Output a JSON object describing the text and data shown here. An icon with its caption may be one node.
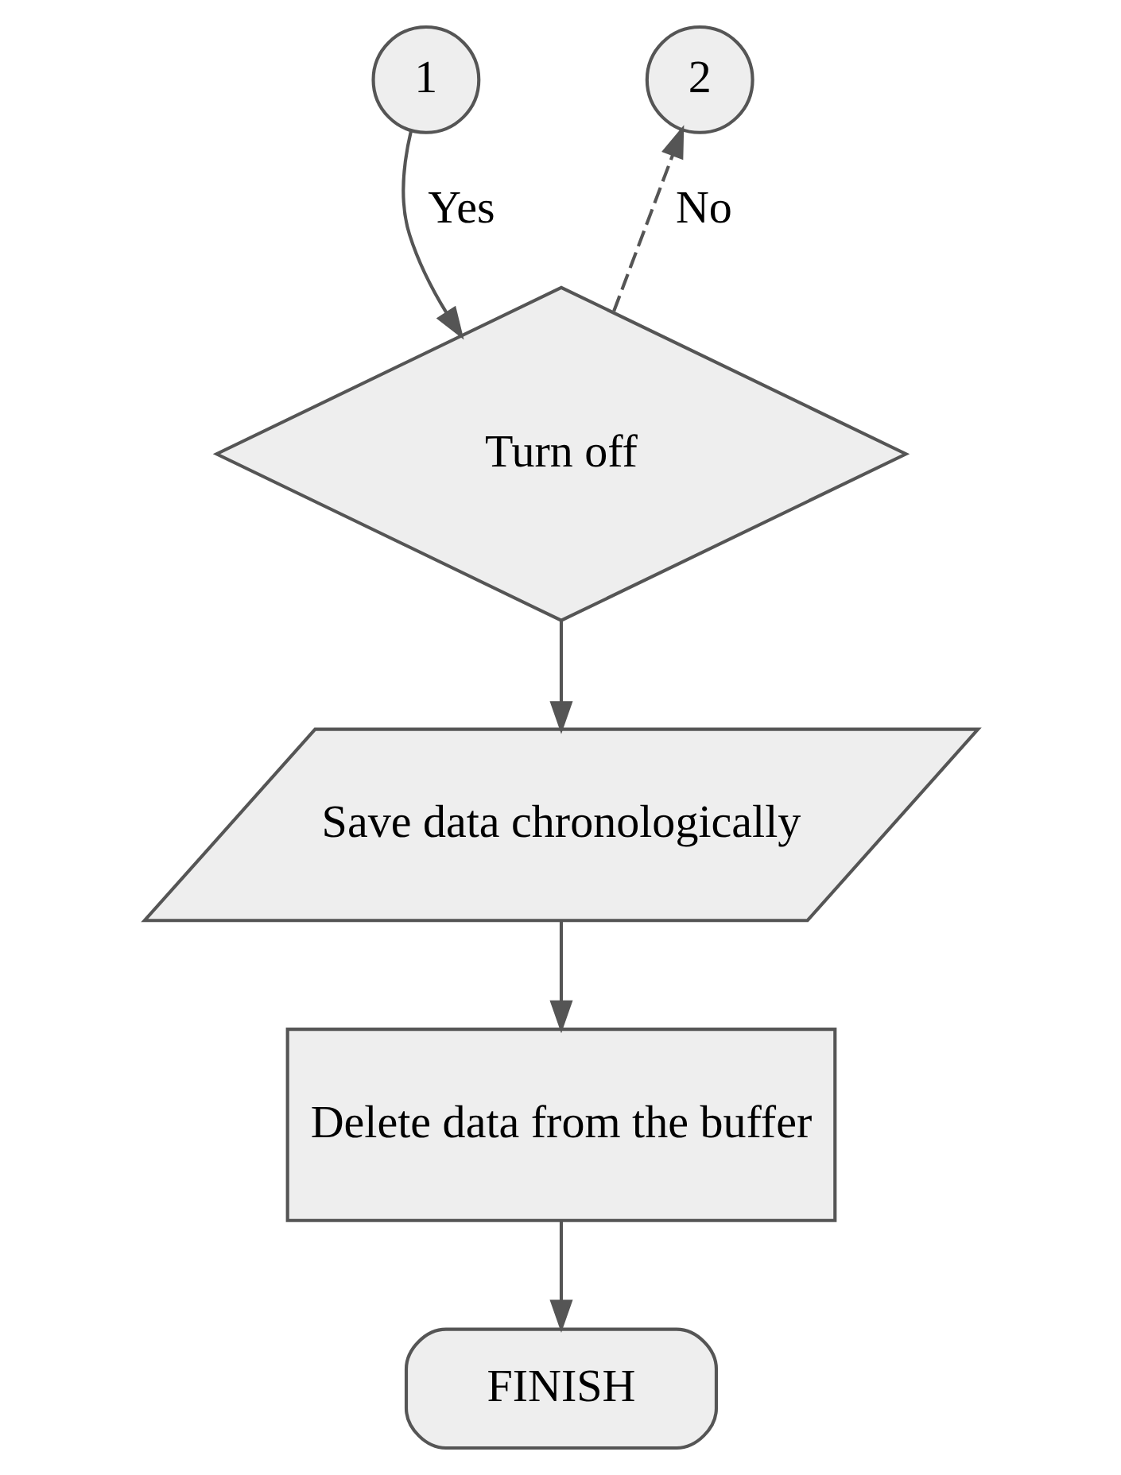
{
  "diagram": {
    "nodes": [
      {
        "text": [
          "1"
        ]
      },
      {
        "text": [
          "2"
        ]
      },
      {
        "text": [
          "Turn off"
        ]
      },
      {
        "text": [
          "Save data chronologically"
        ]
      },
      {
        "text": [
          "Delete data from the buffer"
        ]
      },
      {
        "text": [
          "FINISH"
        ]
      }
    ],
    "edges": [
      {
        "from": 0,
        "to": 2,
        "arrow": "to",
        "label": "Yes"
      },
      {
        "from": 2,
        "to": 1,
        "arrow": "to",
        "label": "No",
        "style": "dashed"
      },
      {
        "from": 2,
        "to": 3,
        "arrow": "to"
      },
      {
        "from": 3,
        "to": 4,
        "arrow": "to"
      },
      {
        "from": 4,
        "to": 5,
        "arrow": "to"
      }
    ]
  }
}
